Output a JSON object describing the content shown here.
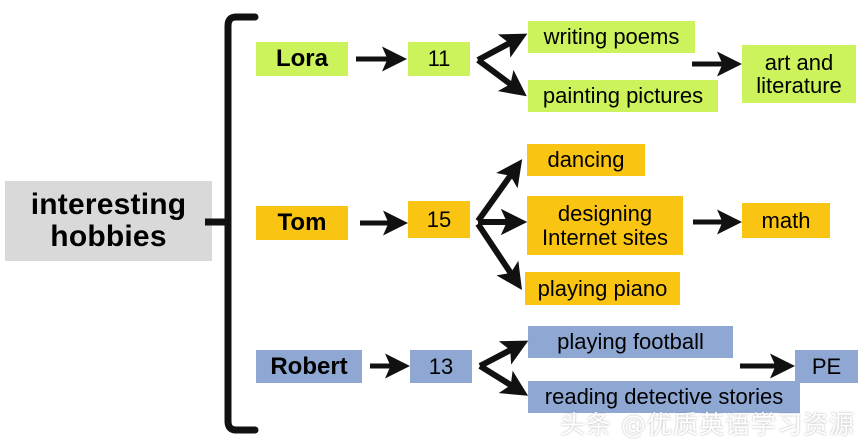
{
  "diagram": {
    "root": {
      "label": "interesting\nhobbies"
    },
    "branches": [
      {
        "color_name": "green",
        "color": "#ccf25c",
        "person": "Lora",
        "age": "11",
        "hobbies": [
          "writing poems",
          "painting pictures"
        ],
        "subject": "art and\nliterature"
      },
      {
        "color_name": "yellow",
        "color": "#fac512",
        "person": "Tom",
        "age": "15",
        "hobbies": [
          "dancing",
          "designing\nInternet sites",
          "playing piano"
        ],
        "subject": "math"
      },
      {
        "color_name": "blue",
        "color": "#8ea8d3",
        "person": "Robert",
        "age": "13",
        "hobbies": [
          "playing football",
          "reading detective stories"
        ],
        "subject": "PE"
      }
    ]
  },
  "watermark": {
    "text": "头条 @优质英语学习资源"
  },
  "colors": {
    "root_bg": "#d9d9d9",
    "green": "#ccf25c",
    "yellow": "#fac512",
    "blue": "#8ea8d3",
    "stroke": "#111111",
    "text": "#000000",
    "background": "#ffffff"
  }
}
